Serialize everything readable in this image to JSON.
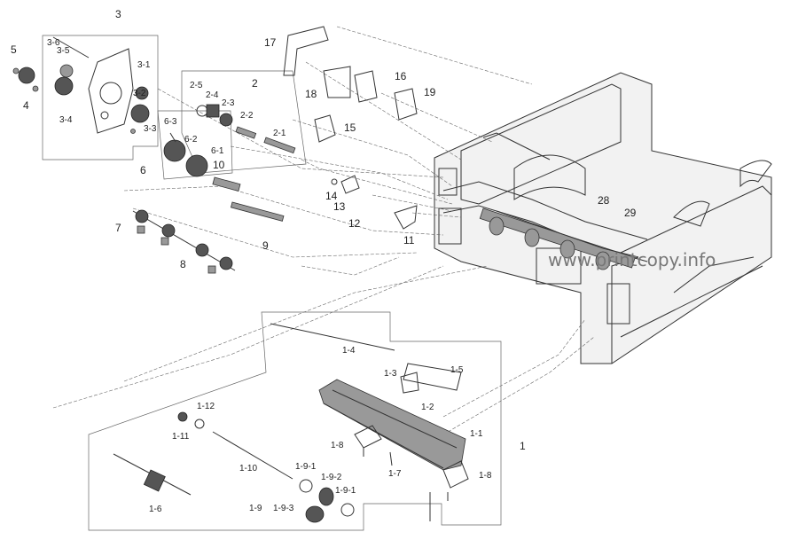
{
  "watermark": "www.printcopy.info",
  "callouts": {
    "c1": "1",
    "c1_1": "1-1",
    "c1_2": "1-2",
    "c1_3": "1-3",
    "c1_4": "1-4",
    "c1_5": "1-5",
    "c1_6": "1-6",
    "c1_7": "1-7",
    "c1_8a": "1-8",
    "c1_8b": "1-8",
    "c1_9": "1-9",
    "c1_9_1a": "1-9-1",
    "c1_9_1b": "1-9-1",
    "c1_9_2": "1-9-2",
    "c1_9_3": "1-9-3",
    "c1_10": "1-10",
    "c1_11": "1-11",
    "c1_12": "1-12",
    "c2": "2",
    "c2_1": "2-1",
    "c2_2": "2-2",
    "c2_3": "2-3",
    "c2_4": "2-4",
    "c2_5": "2-5",
    "c3": "3",
    "c3_1": "3-1",
    "c3_2": "3-2",
    "c3_3": "3-3",
    "c3_4": "3-4",
    "c3_5": "3-5",
    "c3_6": "3-6",
    "c4": "4",
    "c5": "5",
    "c6": "6",
    "c6_1": "6-1",
    "c6_2": "6-2",
    "c6_3": "6-3",
    "c7": "7",
    "c8": "8",
    "c9": "9",
    "c10": "10",
    "c11": "11",
    "c12": "12",
    "c13": "13",
    "c14": "14",
    "c15": "15",
    "c16": "16",
    "c17": "17",
    "c18": "18",
    "c19": "19",
    "c28": "28",
    "c29": "29"
  }
}
